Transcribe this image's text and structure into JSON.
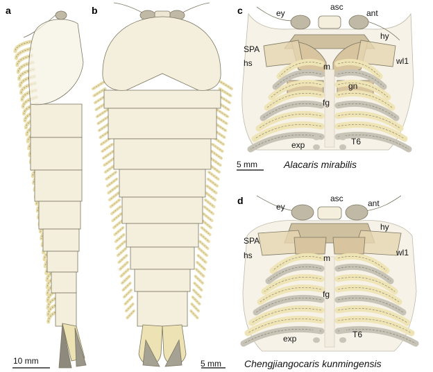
{
  "panels": {
    "a": "a",
    "b": "b",
    "c": "c",
    "d": "d"
  },
  "scale_bars": {
    "a": "10 mm",
    "c": "5 mm",
    "d": "5 mm"
  },
  "species": {
    "c": "Alacaris mirabilis",
    "d": "Chengjiangocaris kunmingensis"
  },
  "labels_c": {
    "ey": "ey",
    "asc": "asc",
    "ant": "ant",
    "hy": "hy",
    "spa": "SPA",
    "hs": "hs",
    "wl1": "wl1",
    "m": "m",
    "gn": "gn",
    "fg": "fg",
    "exp": "exp",
    "t6": "T6"
  },
  "labels_d": {
    "ey": "ey",
    "asc": "asc",
    "ant": "ant",
    "hy": "hy",
    "spa": "SPA",
    "hs": "hs",
    "wl1": "wl1",
    "m": "m",
    "fg": "fg",
    "exp": "exp",
    "t6": "T6"
  },
  "colors": {
    "body": "#f4eedd",
    "leg": "#f2e8b8",
    "tan": "#e2cfa6",
    "grey": "#c7c3b6",
    "shade": "#a6a293",
    "outline": "#7a7560"
  }
}
